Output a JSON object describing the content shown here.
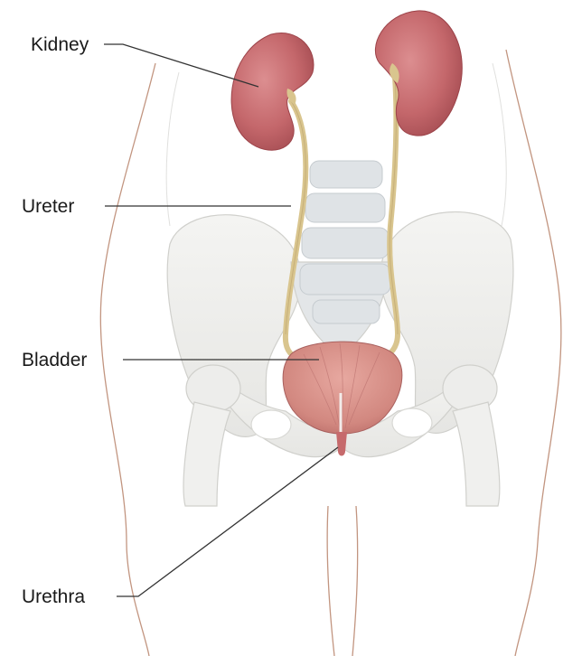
{
  "labels": {
    "kidney": "Kidney",
    "ureter": "Ureter",
    "bladder": "Bladder",
    "urethra": "Urethra"
  },
  "colors": {
    "kidney": "#c76a6e",
    "kidney_dark": "#a9464c",
    "ureter": "#d9c58e",
    "bladder": "#d98c86",
    "bone": "#eeeeec",
    "spine": "#dfe3e6",
    "body_outline": "#b7826a",
    "leader_line": "#333333"
  }
}
